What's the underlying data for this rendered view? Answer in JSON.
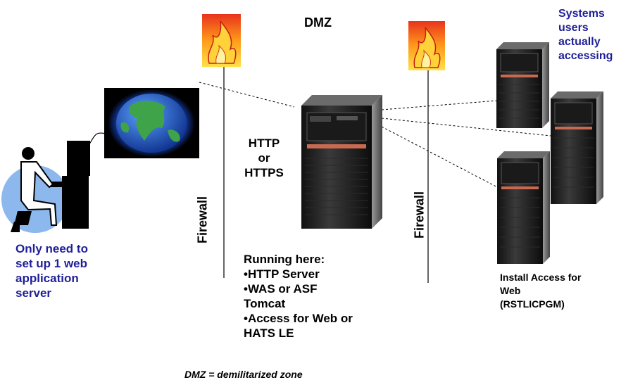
{
  "dmz_title": "DMZ",
  "protocol": {
    "line1": "HTTP",
    "line2": "or",
    "line3": "HTTPS"
  },
  "firewall_left": "Firewall",
  "firewall_right": "Firewall",
  "left_note": {
    "line1": "Only need to",
    "line2": "set up 1 web",
    "line3": "application",
    "line4": "server"
  },
  "running": {
    "heading": "Running here:",
    "items": [
      "•HTTP Server",
      "•WAS or ASF",
      "Tomcat",
      "•Access for Web or",
      "HATS LE"
    ]
  },
  "systems_note": {
    "line1": "Systems",
    "line2": "users",
    "line3": "actually",
    "line4": "accessing"
  },
  "install_note": {
    "line1": "Install Access for",
    "line2": "Web",
    "line3": "(RSTLICPGM)"
  },
  "footnote": "DMZ = demilitarized zone",
  "colors": {
    "note_blue": "#1f1f99",
    "fire_orange": "#ff9a1a",
    "fire_red": "#e8331c",
    "globe_land": "#3fa34a",
    "globe_sea": "#1d4fc4"
  }
}
